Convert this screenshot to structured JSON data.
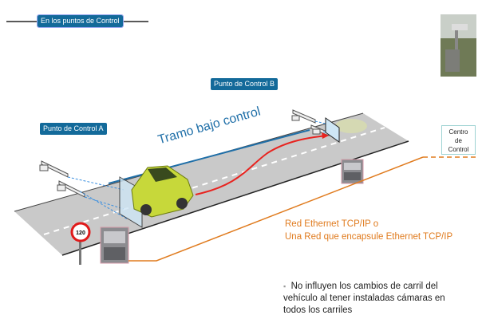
{
  "header": {
    "label": "En los puntos de Control"
  },
  "labels": {
    "punto_b": "Punto de Control B",
    "punto_a": "Punto de Control A",
    "tramo": "Tramo bajo control",
    "centro": [
      "Centro",
      "de",
      "Control"
    ],
    "speed_limit": "120"
  },
  "network": {
    "line1": "Red Ethernet TCP/IP o",
    "line2": "Una Red que encapsule Ethernet  TCP/IP"
  },
  "note": {
    "bullet": "▪",
    "text": "No influyen los cambios de carril del vehículo al tener instaladas cámaras en todos los carriles"
  },
  "colors": {
    "tag": "#136a9a",
    "blue_line": "#1f6fa8",
    "orange": "#e07b1e",
    "red": "#e8231f",
    "road": "#c8c8c8",
    "car": "#c7d83a"
  }
}
